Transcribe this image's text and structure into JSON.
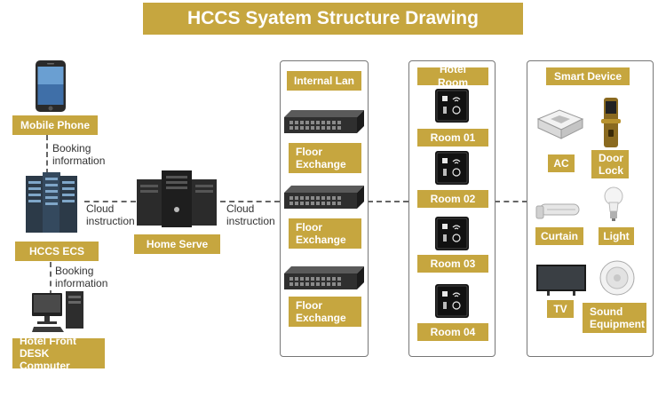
{
  "title": "HCCS Syatem Structure Drawing",
  "left": {
    "mobile_phone": "Mobile Phone",
    "booking_info_1": "Booking\ninformation",
    "hccs_ecs": "HCCS ECS",
    "booking_info_2": "Booking\ninformation",
    "front_desk": "Hotel Front\nDESK Computer",
    "cloud_1": "Cloud\ninstruction",
    "home_serve": "Home Serve",
    "cloud_2": "Cloud\ninstruction"
  },
  "internal_lan": {
    "header": "Internal Lan",
    "items": [
      "Floor\nExchange",
      "Floor\nExchange",
      "Floor\nExchange"
    ]
  },
  "hotel_room": {
    "header": "Hotel Room",
    "rooms": [
      "Room 01",
      "Room 02",
      "Room 03",
      "Room 04"
    ]
  },
  "smart_device": {
    "header": "Smart Device",
    "devices": [
      "AC",
      "Door\nLock",
      "Curtain",
      "Light",
      "TV",
      "Sound\nEquipment"
    ]
  },
  "icons": [
    "smartphone-icon",
    "server-rack-icon",
    "desktop-computer-icon",
    "tower-server-icon",
    "network-switch-icon",
    "room-panel-icon",
    "air-conditioner-icon",
    "door-lock-icon",
    "curtain-motor-icon",
    "light-bulb-icon",
    "tv-icon",
    "speaker-icon"
  ],
  "colors": {
    "accent": "#c6a63f",
    "border": "#777777",
    "line": "#666666"
  }
}
